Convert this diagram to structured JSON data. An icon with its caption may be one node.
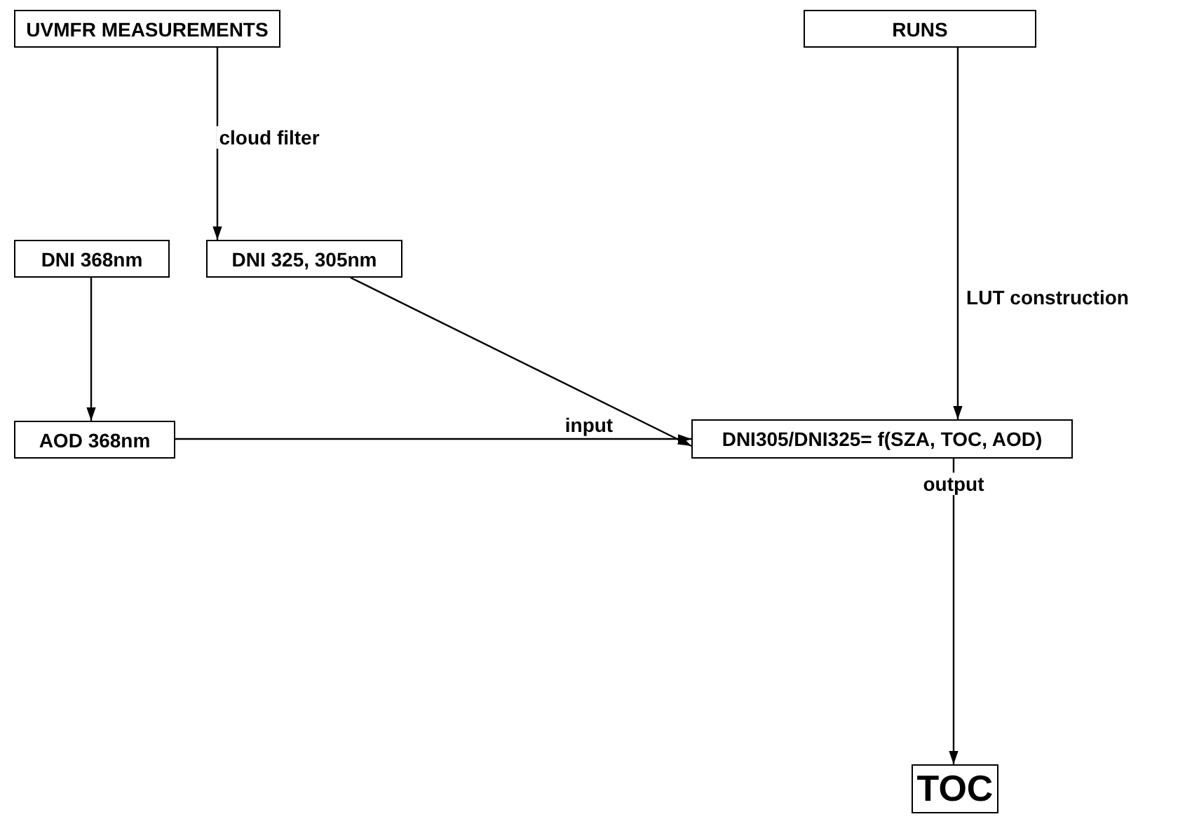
{
  "diagram": {
    "nodes": [
      {
        "text": [
          "UVMFR MEASUREMENTS"
        ]
      },
      {
        "text": [
          "RUNS"
        ]
      },
      {
        "text": [
          "DNI 368nm"
        ]
      },
      {
        "text": [
          "DNI 325, 305nm"
        ]
      },
      {
        "text": [
          "AOD 368nm"
        ]
      },
      {
        "text": [
          "DNI305/DNI325= f(SZA, TOC, AOD)"
        ]
      },
      {
        "text": [
          "TOC"
        ]
      }
    ],
    "edges": [
      {
        "from": 0,
        "to": 3,
        "arrow": "to",
        "label": "cloud filter"
      },
      {
        "from": 2,
        "to": 4,
        "arrow": "to"
      },
      {
        "from": 3,
        "to": 5,
        "arrow": "to"
      },
      {
        "from": 4,
        "to": 5,
        "arrow": "to",
        "label": "input"
      },
      {
        "from": 1,
        "to": 5,
        "arrow": "to",
        "label": "LUT construction"
      },
      {
        "from": 5,
        "to": 6,
        "arrow": "to",
        "label": "output"
      }
    ]
  }
}
